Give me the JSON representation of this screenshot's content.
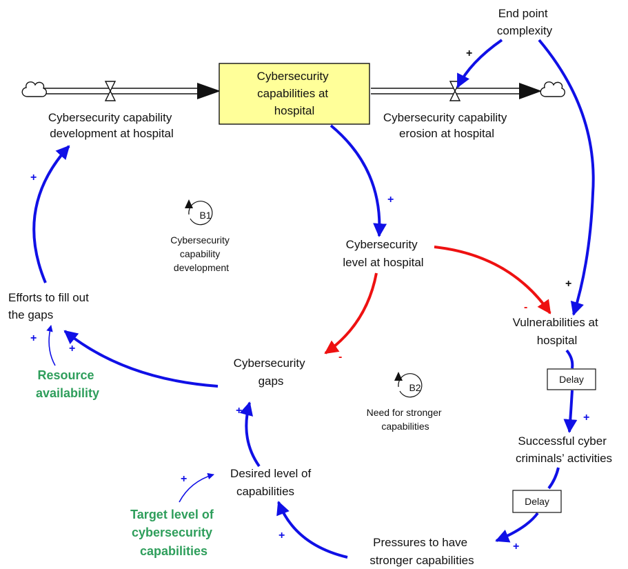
{
  "colors": {
    "positive": "#1010e6",
    "negative": "#ee1111",
    "exogenous": "#2e9e5b",
    "stock_fill": "#ffff99",
    "text": "#111111"
  },
  "stock": {
    "lines": [
      "Cybersecurity",
      "capabilities at",
      "hospital"
    ]
  },
  "flows": {
    "development": {
      "lines": [
        "Cybersecurity capability",
        "development at hospital"
      ]
    },
    "erosion": {
      "lines": [
        "Cybersecurity capability",
        "erosion at hospital"
      ]
    }
  },
  "variables": {
    "end_point": {
      "lines": [
        "End point",
        "complexity"
      ]
    },
    "level": {
      "lines": [
        "Cybersecurity",
        "level at hospital"
      ]
    },
    "vulnerabilities": {
      "lines": [
        "Vulnerabilities at",
        "hospital"
      ]
    },
    "efforts": {
      "lines": [
        "Efforts to fill out",
        "the gaps"
      ]
    },
    "gaps": {
      "lines": [
        "Cybersecurity",
        "gaps"
      ]
    },
    "successful": {
      "lines": [
        "Successful cyber",
        "criminals’ activities"
      ]
    },
    "desired": {
      "lines": [
        "Desired level of",
        "capabilities"
      ]
    },
    "pressures": {
      "lines": [
        "Pressures to have",
        "stronger capabilities"
      ]
    }
  },
  "exogenous": {
    "resource": {
      "lines": [
        "Resource",
        "availability"
      ]
    },
    "target": {
      "lines": [
        "Target level of",
        "cybersecurity",
        "capabilities"
      ]
    }
  },
  "loops": {
    "b1": {
      "id": "B1",
      "lines": [
        "Cybersecurity",
        "capability",
        "development"
      ]
    },
    "b2": {
      "id": "B2",
      "lines": [
        "Need for stronger",
        "capabilities"
      ]
    }
  },
  "delays": {
    "d1": "Delay",
    "d2": "Delay"
  },
  "polarity": {
    "endpoint_erosion": "+",
    "endpoint_vuln": "+",
    "stock_level": "+",
    "level_vuln": "-",
    "level_gaps": "-",
    "efforts_dev": "+",
    "resource_efforts": "+",
    "gaps_efforts": "+",
    "vuln_successful": "+",
    "successful_pressures": "+",
    "pressures_desired": "+",
    "desired_gaps": "+",
    "target_desired": "+"
  }
}
